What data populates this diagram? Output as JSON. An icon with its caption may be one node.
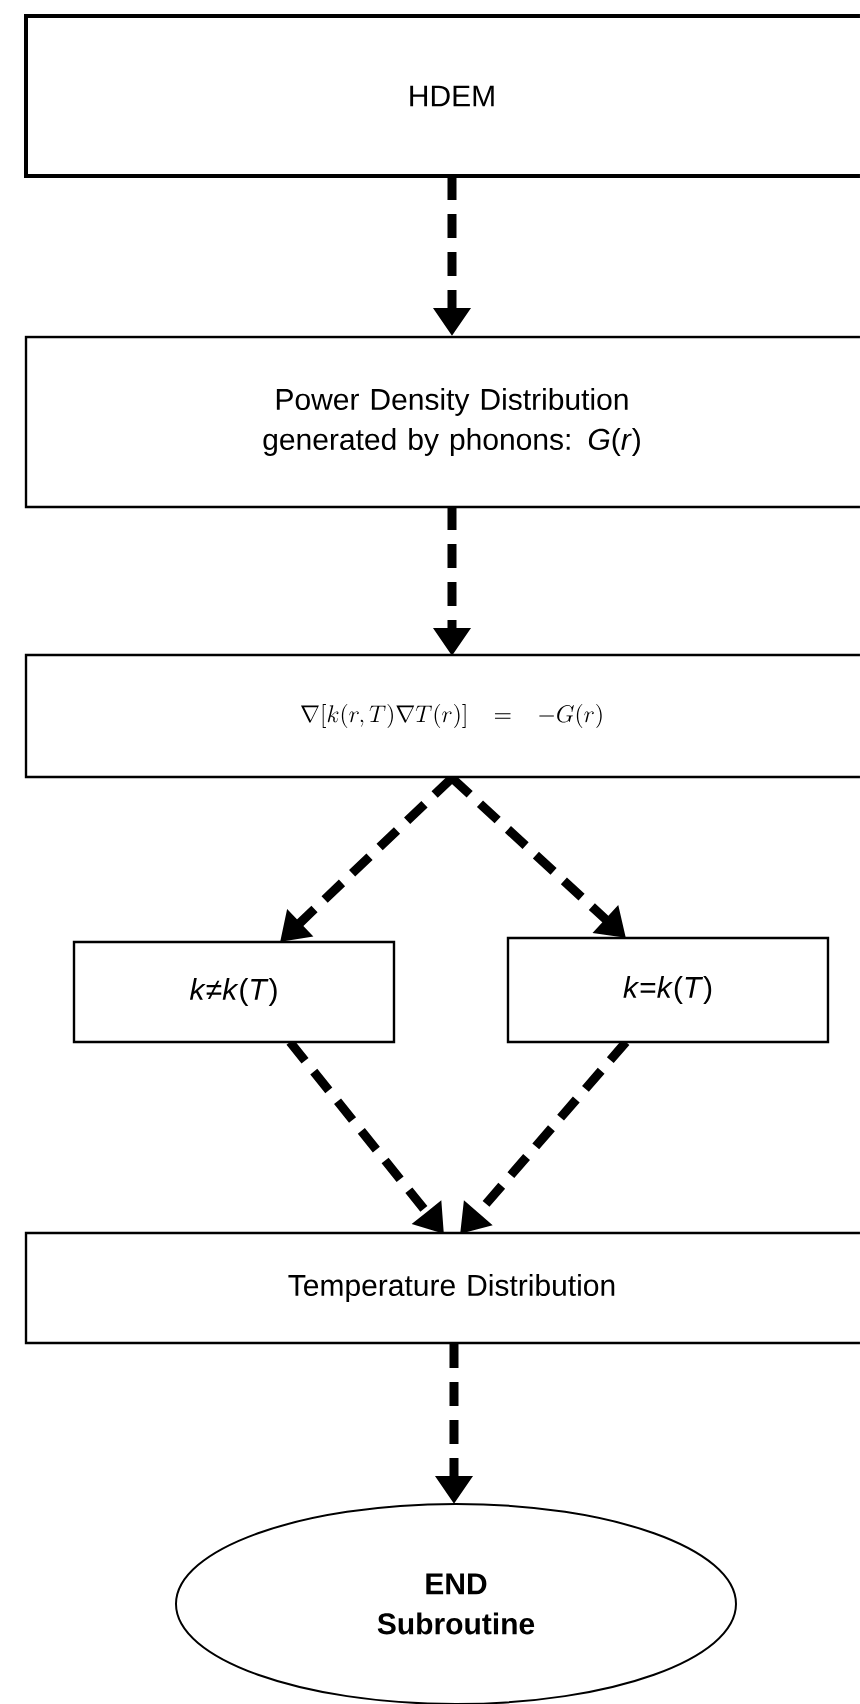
{
  "diagram": {
    "nodes": [
      {
        "text": [
          "HDEM"
        ]
      },
      {
        "text": [
          "Power Density Distribution generated by phonons: *G*(*r*)"
        ]
      },
      {
        "text": [
          "\\nabla[k(r,T)\\nabla T(r)] = -G(r)"
        ]
      },
      {
        "text": [
          "*k*≠*k*(*T*)"
        ]
      },
      {
        "text": [
          "*k*=*k*(*T*)"
        ]
      },
      {
        "text": [
          "Temperature Distribution"
        ]
      },
      {
        "text": [
          "END Subroutine"
        ]
      }
    ],
    "edges": [
      {
        "from": 0,
        "to": 1,
        "arrow": "to"
      },
      {
        "from": 1,
        "to": 2,
        "arrow": "to"
      },
      {
        "from": 2,
        "to": 3,
        "arrow": "to"
      },
      {
        "from": 2,
        "to": 4,
        "arrow": "to"
      },
      {
        "from": 3,
        "to": 5,
        "arrow": "to"
      },
      {
        "from": 4,
        "to": 5,
        "arrow": "to"
      },
      {
        "from": 5,
        "to": 6,
        "arrow": "to"
      }
    ]
  }
}
